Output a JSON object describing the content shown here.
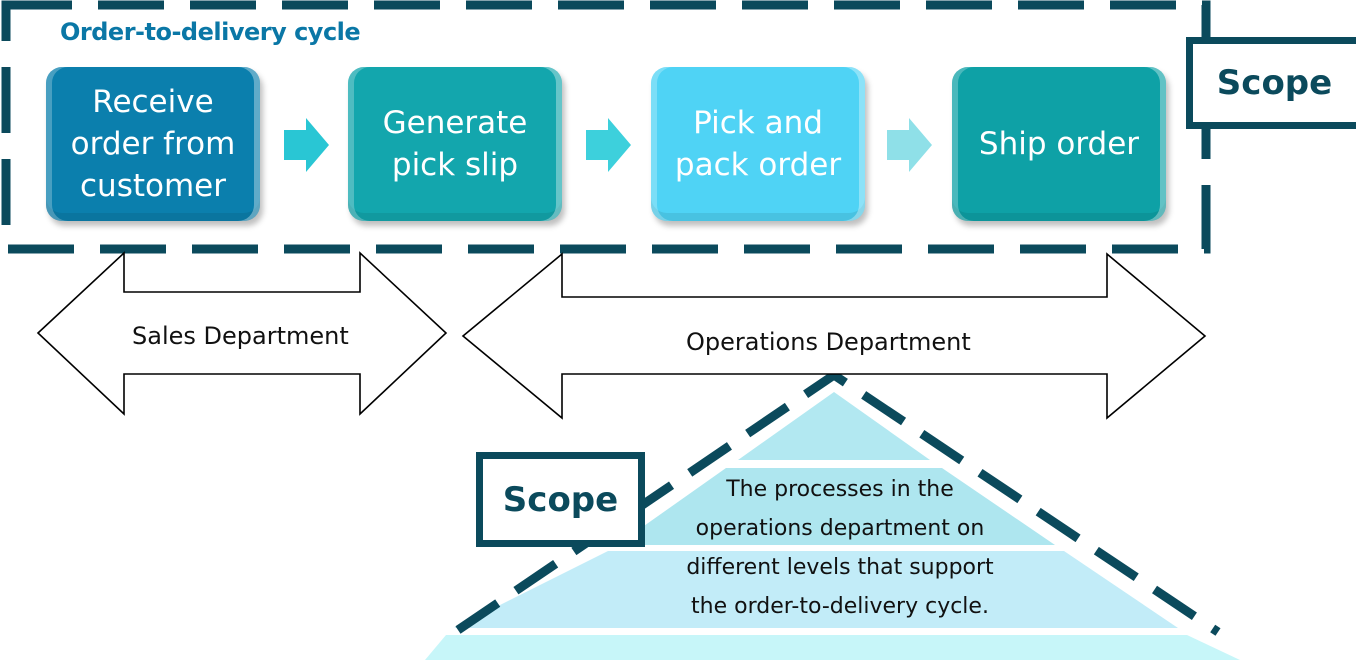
{
  "title": "Order-to-delivery cycle",
  "steps": [
    {
      "label": "Receive\norder from\ncustomer",
      "color": "#0b7fad"
    },
    {
      "label": "Generate\npick slip",
      "color": "#13a6ad"
    },
    {
      "label": "Pick and\npack order",
      "color": "#4fd3f5"
    },
    {
      "label": "Ship order",
      "color": "#0ea1a6"
    }
  ],
  "flow_arrows": [
    {
      "color": "#29c6d4"
    },
    {
      "color": "#3dd0dc"
    },
    {
      "color": "#8fe0e8"
    }
  ],
  "scope_top": "Scope",
  "scope_bottom": "Scope",
  "departments": {
    "sales": "Sales Department",
    "operations": "Operations Department"
  },
  "pyramid": {
    "description": "The processes in the\noperations department on\ndifferent levels that support\nthe order-to-delivery cycle.",
    "level_colors": [
      "#b2e8f1",
      "#b0e7f0",
      "#c2ecf8",
      "#c7f6f9"
    ]
  },
  "colors": {
    "dash": "#0b4a5c",
    "title": "#0a77a6"
  }
}
